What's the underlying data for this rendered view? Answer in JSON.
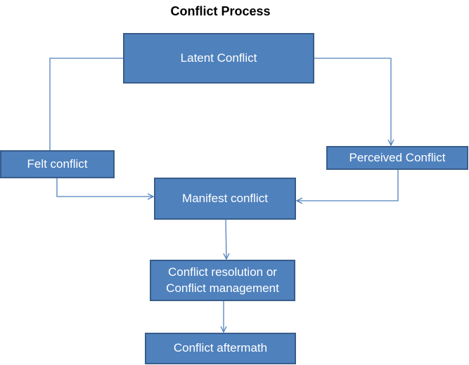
{
  "title": "Conflict Process",
  "colors": {
    "node_fill": "#4f81bd",
    "node_border": "#385d8a",
    "node_text": "#ffffff",
    "connector": "#4f81bd"
  },
  "nodes": {
    "latent": "Latent Conflict",
    "felt": "Felt conflict",
    "perceived": "Perceived Conflict",
    "manifest": "Manifest conflict",
    "resolution_line1": "Conflict resolution or",
    "resolution_line2": "Conflict management",
    "aftermath": "Conflict aftermath"
  },
  "connections": [
    {
      "from": "Latent Conflict",
      "to": "Felt conflict",
      "arrow": false
    },
    {
      "from": "Latent Conflict",
      "to": "Perceived Conflict",
      "arrow": true
    },
    {
      "from": "Felt conflict",
      "to": "Manifest conflict",
      "arrow": true
    },
    {
      "from": "Perceived Conflict",
      "to": "Manifest conflict",
      "arrow": true
    },
    {
      "from": "Manifest conflict",
      "to": "Conflict resolution or Conflict management",
      "arrow": true
    },
    {
      "from": "Conflict resolution or Conflict management",
      "to": "Conflict aftermath",
      "arrow": true
    }
  ]
}
